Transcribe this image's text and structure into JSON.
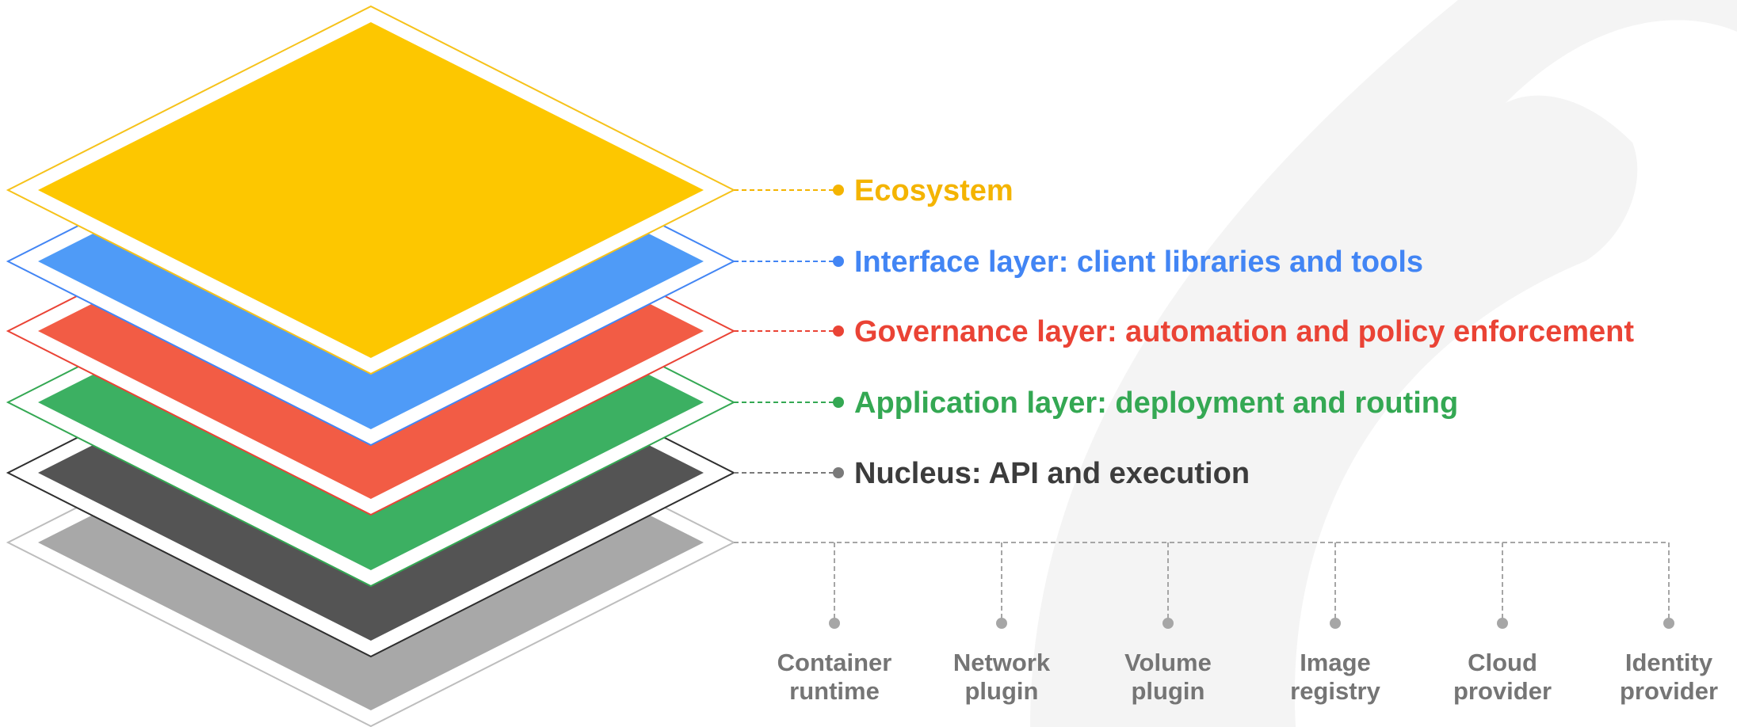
{
  "layers": [
    {
      "id": "base",
      "color": "#a8a8a8",
      "outline": "#bdbdbd",
      "label": ""
    },
    {
      "id": "nucleus",
      "color": "#545454",
      "outline": "#2e2e2e",
      "label": "Nucleus: API and execution",
      "label_color": "#3c3c3c",
      "dot_color": "#7a7a7a"
    },
    {
      "id": "application",
      "color": "#3cb062",
      "outline": "#34a853",
      "label": "Application layer: deployment and routing",
      "label_color": "#34a853",
      "dot_color": "#34a853"
    },
    {
      "id": "governance",
      "color": "#f25c45",
      "outline": "#ea4335",
      "label": "Governance layer: automation and policy enforcement",
      "label_color": "#ea4335",
      "dot_color": "#ea4335"
    },
    {
      "id": "interface",
      "color": "#4f9bf7",
      "outline": "#4285f4",
      "label": "Interface layer: client libraries and tools",
      "label_color": "#4285f4",
      "dot_color": "#4285f4"
    },
    {
      "id": "ecosystem",
      "color": "#fdc700",
      "outline": "#f6c21a",
      "label": "Ecosystem",
      "label_color": "#f4b400",
      "dot_color": "#f4b400"
    }
  ],
  "plugins": {
    "color": "#757575",
    "line_color": "#a6a6a6",
    "items": [
      {
        "line1": "Container",
        "line2": "runtime"
      },
      {
        "line1": "Network",
        "line2": "plugin"
      },
      {
        "line1": "Volume",
        "line2": "plugin"
      },
      {
        "line1": "Image",
        "line2": "registry"
      },
      {
        "line1": "Cloud",
        "line2": "provider"
      },
      {
        "line1": "Identity",
        "line2": "provider"
      }
    ]
  },
  "background_mark_color": "#f4f4f4"
}
